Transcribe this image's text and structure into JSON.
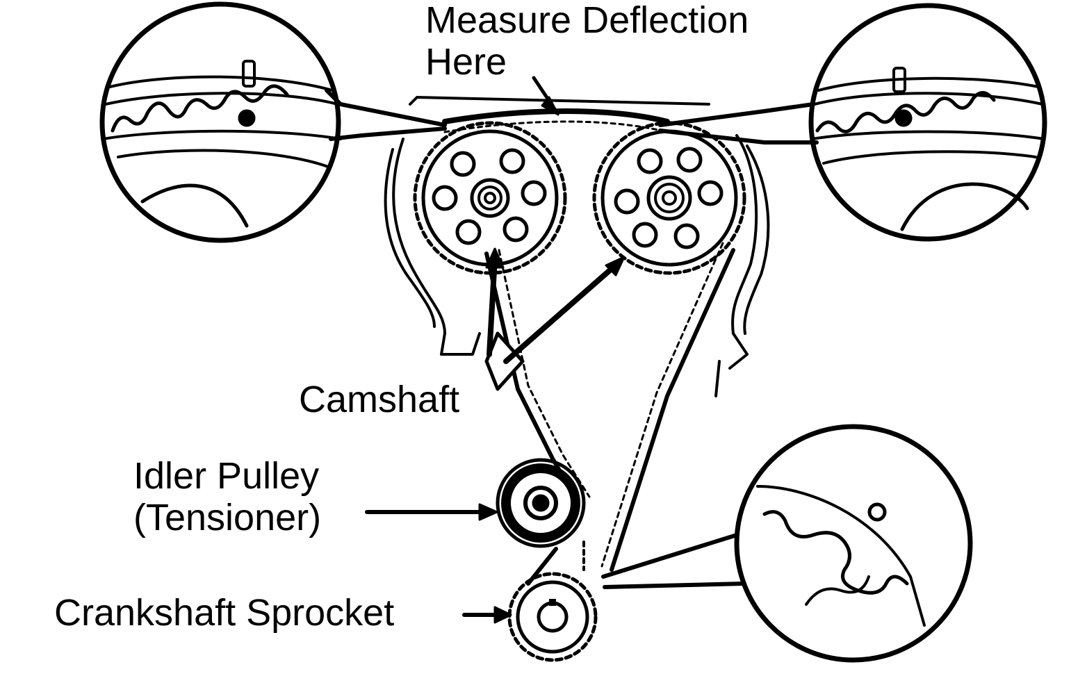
{
  "labels": {
    "measure_line1": "Measure Deflection",
    "measure_line2": "Here",
    "camshaft": "Camshaft",
    "idler_line1": "Idler Pulley",
    "idler_line2": "(Tensioner)",
    "crankshaft": "Crankshaft Sprocket"
  },
  "colors": {
    "ink": "#000000",
    "paper": "#ffffff"
  }
}
